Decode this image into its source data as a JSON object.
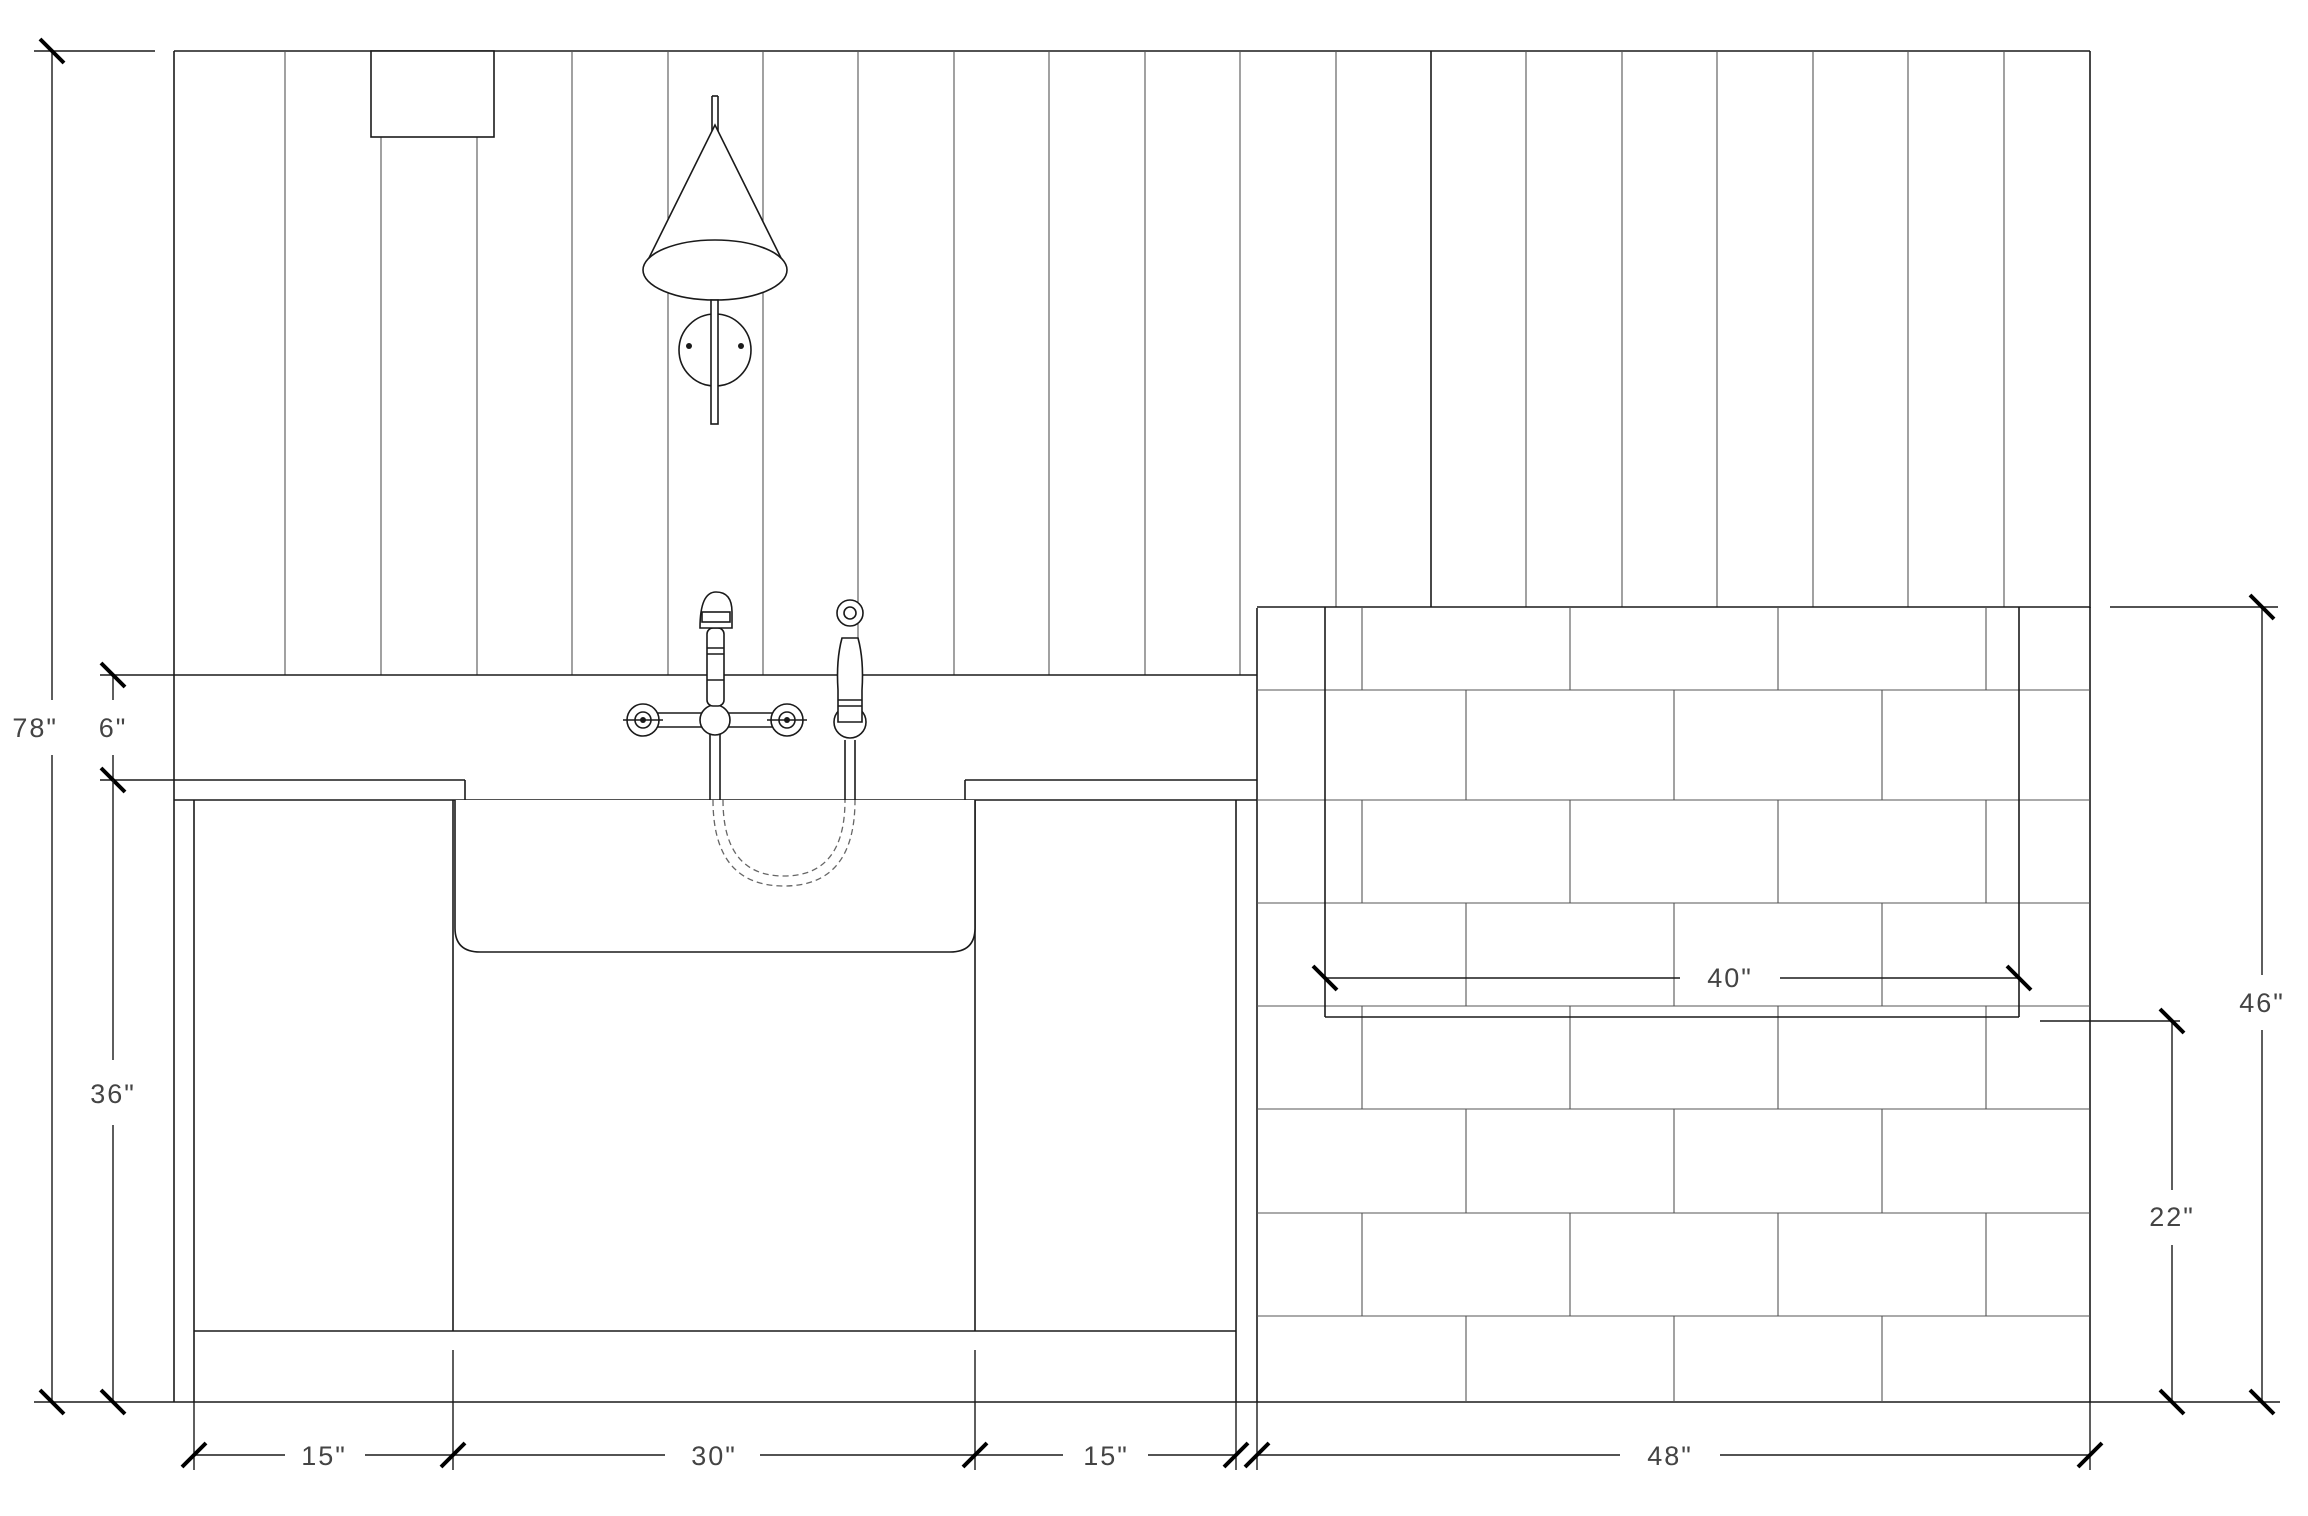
{
  "dimensions": {
    "total_height": "78\"",
    "backsplash_height": "6\"",
    "counter_height": "36\"",
    "left_cabinet_width": "15\"",
    "sink_width": "30\"",
    "right_cabinet_width": "15\"",
    "tile_wall_width": "48\"",
    "tile_height": "46\"",
    "opening_width": "40\"",
    "opening_sill_height": "22\""
  },
  "colors": {
    "line": "#1a1a1a",
    "label": "#444444",
    "background": "#ffffff"
  }
}
